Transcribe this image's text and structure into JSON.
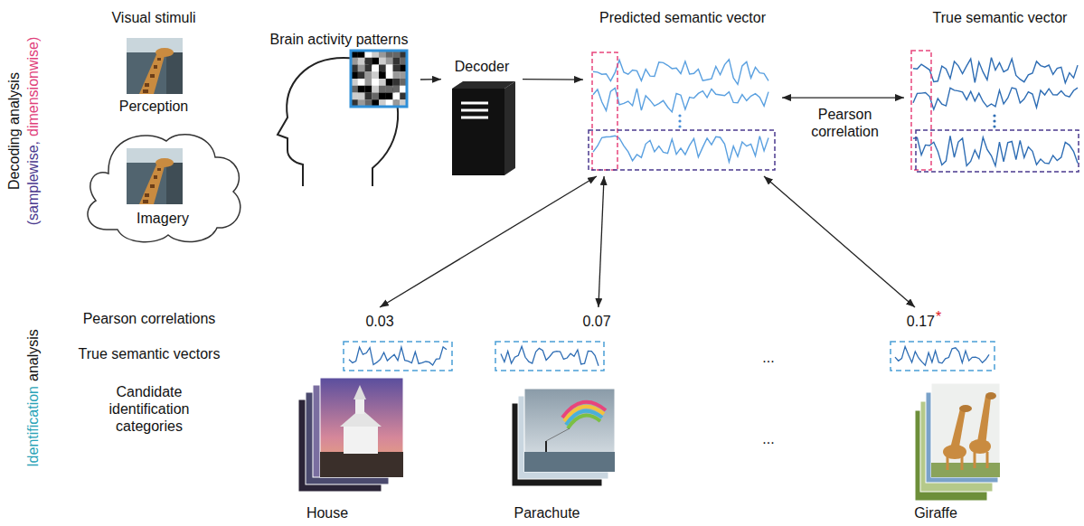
{
  "diagram": {
    "nodes": [
      {
        "text": [
          "Perception"
        ]
      },
      {
        "text": [
          "Imagery"
        ]
      },
      {
        "text": [
          "Brain activity patterns"
        ]
      },
      {
        "text": [
          "Decoder"
        ]
      },
      {
        "text": [
          "Predicted semantic vector"
        ]
      },
      {
        "text": [
          "True semantic vector"
        ]
      },
      {
        "text": [
          "0.03",
          "House"
        ]
      },
      {
        "text": [
          "0.07",
          "Parachute"
        ]
      },
      {
        "text": [
          "0.17",
          "*",
          "Giraffe"
        ]
      }
    ],
    "edges": [
      {
        "from": 2,
        "to": 3,
        "arrow": "to"
      },
      {
        "from": 3,
        "to": 4,
        "arrow": "to"
      },
      {
        "from": 4,
        "to": 5,
        "arrow": "both",
        "label": "Pearson correlation"
      },
      {
        "from": 4,
        "to": 6,
        "arrow": "both"
      },
      {
        "from": 4,
        "to": 7,
        "arrow": "both"
      },
      {
        "from": 4,
        "to": 8,
        "arrow": "both"
      }
    ],
    "labels": [
      "Visual stimuli",
      "Decoding analysis",
      "(samplewise,",
      "dimensionwise)",
      "Identification",
      "analysis",
      "Pearson correlations",
      "True semantic vectors",
      "Candidate identification categories",
      "...",
      "..."
    ]
  }
}
